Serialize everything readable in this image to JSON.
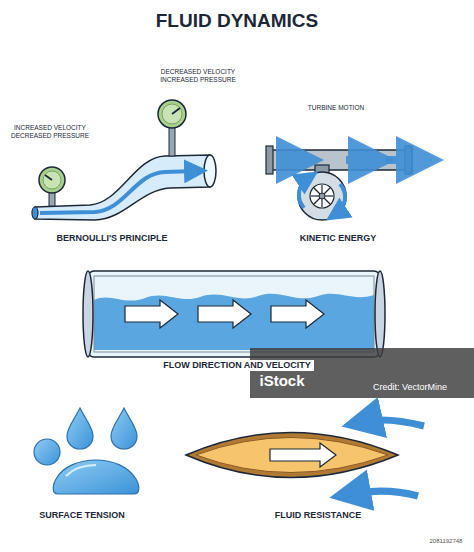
{
  "diagram": {
    "title": "FLUID DYNAMICS",
    "labels": [
      "INCREASED VELOCITY DECREASED PRESSURE",
      "DECREASED VELOCITY INCREASED PRESSURE",
      "BERNOULLI'S PRINCIPLE",
      "TURBINE MOTION",
      "KINETIC ENERGY",
      "FLOW DIRECTION AND VELOCITY",
      "iStock",
      "Credit: VectorMine",
      "SURFACE TENSION",
      "FLUID RESISTANCE",
      "2081192748"
    ]
  }
}
